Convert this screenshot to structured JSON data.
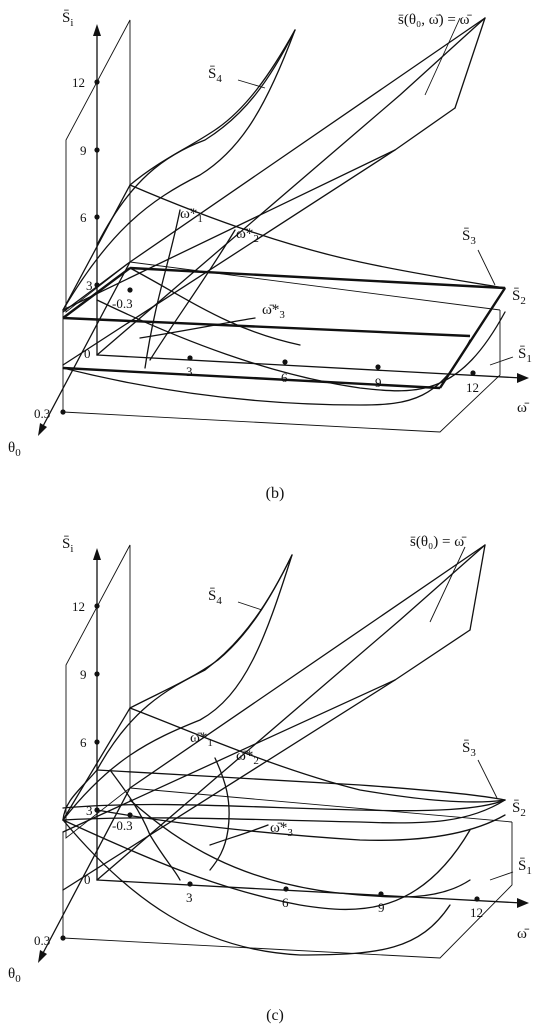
{
  "panels": [
    {
      "id": "b",
      "caption": "(b)",
      "y_label": "S̄",
      "y_label_sub": "i",
      "x_label": "ω̄",
      "theta_label": "θ",
      "theta_label_sub": "0",
      "plane_label": "s̄(θ₀, ω̄) = ω̄",
      "curve_labels": {
        "s1": "S̄",
        "s1_sub": "1",
        "s2": "S̄",
        "s2_sub": "2",
        "s3": "S̄",
        "s3_sub": "3",
        "s4": "S̄",
        "s4_sub": "4"
      },
      "omega_labels": {
        "w1": "ω̄*",
        "w1_sub": "1",
        "w2": "ω̄*",
        "w2_sub": "2",
        "w3": "ω̄*",
        "w3_sub": "3"
      },
      "y_ticks": [
        "12",
        "9",
        "6",
        "3"
      ],
      "x_ticks": [
        "3",
        "6",
        "9",
        "12"
      ],
      "origin_label": "0",
      "theta_ticks": [
        "-0.3",
        "0.3"
      ]
    },
    {
      "id": "c",
      "caption": "(c)",
      "y_label": "S̄",
      "y_label_sub": "i",
      "x_label": "ω̄",
      "theta_label": "θ",
      "theta_label_sub": "0",
      "plane_label": "s̄(θ₀) = ω̄",
      "curve_labels": {
        "s1": "S̄",
        "s1_sub": "1",
        "s2": "S̄",
        "s2_sub": "2",
        "s3": "S̄",
        "s3_sub": "3",
        "s4": "S̄",
        "s4_sub": "4"
      },
      "omega_labels": {
        "w1": "ω̄*",
        "w1_sub": "1",
        "w2": "ω̄*",
        "w2_sub": "2",
        "w3": "ω̄*",
        "w3_sub": "3"
      },
      "y_ticks": [
        "12",
        "9",
        "6",
        "3"
      ],
      "x_ticks": [
        "3",
        "6",
        "9",
        "12"
      ],
      "origin_label": "0",
      "theta_ticks": [
        "-0.3",
        "0.3"
      ]
    }
  ]
}
